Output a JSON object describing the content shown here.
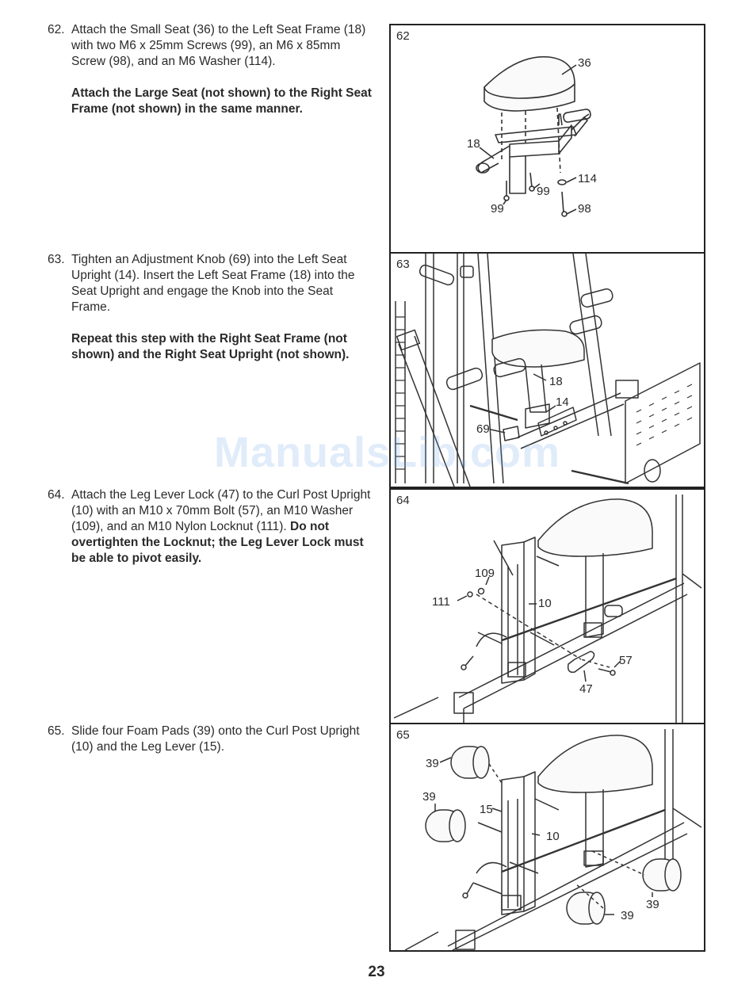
{
  "steps": [
    {
      "number": "62.",
      "text": "Attach the Small Seat (36) to the Left Seat Frame (18) with two M6 x 25mm Screws (99), an M6 x 85mm Screw (98), and an M6 Washer (114).",
      "note": "Attach the Large Seat (not shown) to the Right Seat Frame (not shown) in the same manner."
    },
    {
      "number": "63.",
      "text": "Tighten an Adjustment Knob (69) into the Left Seat Upright (14). Insert the Left Seat Frame (18) into the Seat Upright and engage the Knob into the Seat Frame.",
      "note": "Repeat this step with the Right Seat Frame (not shown) and the Right Seat Upright (not shown)."
    },
    {
      "number": "64.",
      "text": "Attach the Leg Lever Lock (47) to the Curl Post Upright (10) with an M10 x 70mm Bolt (57), an M10 Washer (109), and an M10 Nylon Locknut (111).",
      "warning": "Do not overtighten the Locknut; the Leg Lever Lock must be able to pivot easily."
    },
    {
      "number": "65.",
      "text": "Slide four Foam Pads (39) onto the Curl Post Upright (10) and the Leg Lever (15)."
    }
  ],
  "figures": [
    {
      "label": "62",
      "callouts": [
        "36",
        "18",
        "114",
        "99",
        "99",
        "98"
      ]
    },
    {
      "label": "63",
      "callouts": [
        "18",
        "14",
        "69"
      ]
    },
    {
      "label": "64",
      "callouts": [
        "109",
        "111",
        "10",
        "57",
        "47"
      ]
    },
    {
      "label": "65",
      "callouts": [
        "39",
        "39",
        "15",
        "10",
        "39",
        "39"
      ]
    }
  ],
  "watermark": "ManualsLib.com",
  "page_number": "23"
}
